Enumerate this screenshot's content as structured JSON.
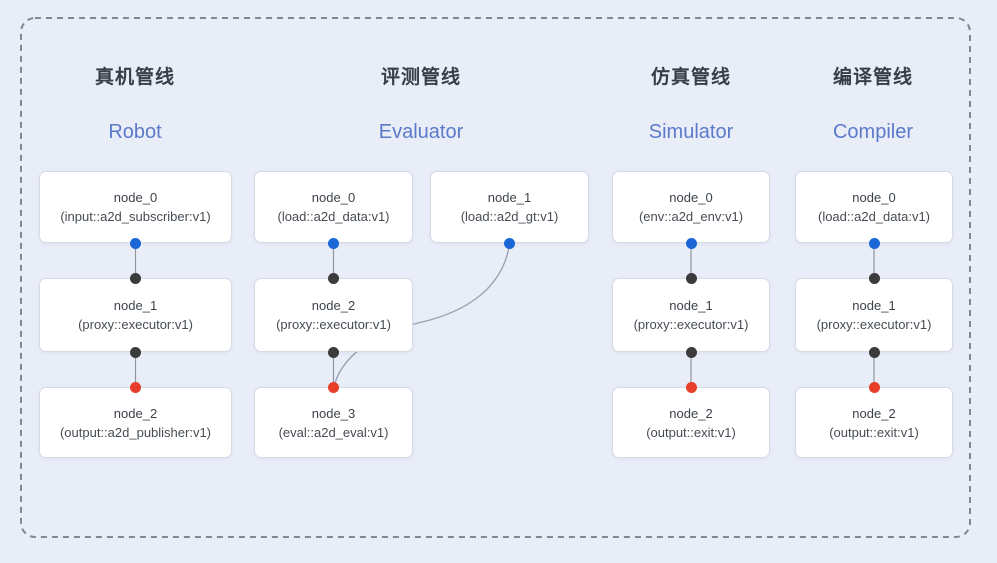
{
  "colors": {
    "canvas-bg": "#e9edf8",
    "border-dash": "#82888f",
    "box-bg": "#ffffff",
    "box-border": "#d7dbe3",
    "text-dark": "#3d434b",
    "title-cn": "#383e47",
    "title-blue": "#5c7ac9",
    "dot-blue": "#1966d4",
    "dot-black": "#3b3b3b",
    "dot-red": "#e73e2c",
    "edge-gray": "#8f959e",
    "edge-curve": "#9aa3b2"
  },
  "pipelines": [
    {
      "title_cn": "真机管线",
      "title_en": "Robot",
      "nodes": [
        {
          "name": "node_0",
          "type": "(input::a2d_subscriber:v1)"
        },
        {
          "name": "node_1",
          "type": "(proxy::executor:v1)"
        },
        {
          "name": "node_2",
          "type": "(output::a2d_publisher:v1)"
        }
      ]
    },
    {
      "title_cn": "评测管线",
      "title_en": "Evaluator",
      "nodes": [
        {
          "name": "node_0",
          "type": "(load::a2d_data:v1)"
        },
        {
          "name": "node_1",
          "type": "(load::a2d_gt:v1)"
        },
        {
          "name": "node_2",
          "type": "(proxy::executor:v1)"
        },
        {
          "name": "node_3",
          "type": "(eval::a2d_eval:v1)"
        }
      ]
    },
    {
      "title_cn": "仿真管线",
      "title_en": "Simulator",
      "nodes": [
        {
          "name": "node_0",
          "type": "(env::a2d_env:v1)"
        },
        {
          "name": "node_1",
          "type": "(proxy::executor:v1)"
        },
        {
          "name": "node_2",
          "type": "(output::exit:v1)"
        }
      ]
    },
    {
      "title_cn": "编译管线",
      "title_en": "Compiler",
      "nodes": [
        {
          "name": "node_0",
          "type": "(load::a2d_data:v1)"
        },
        {
          "name": "node_1",
          "type": "(proxy::executor:v1)"
        },
        {
          "name": "node_2",
          "type": "(output::exit:v1)"
        }
      ]
    }
  ]
}
